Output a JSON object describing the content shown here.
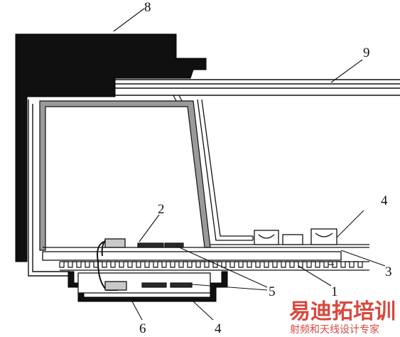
{
  "diagram": {
    "callouts": {
      "c1": "1",
      "c2": "2",
      "c3": "3",
      "c4a": "4",
      "c4b": "4",
      "c5": "5",
      "c6": "6",
      "c8": "8",
      "c9": "9"
    },
    "colors": {
      "line": "#111111",
      "fill": "#101010",
      "grey": "#888888",
      "watermark": "#d8483f"
    }
  },
  "watermark": {
    "brand": "易迪拓培训",
    "tagline": "射频和天线设计专家"
  }
}
